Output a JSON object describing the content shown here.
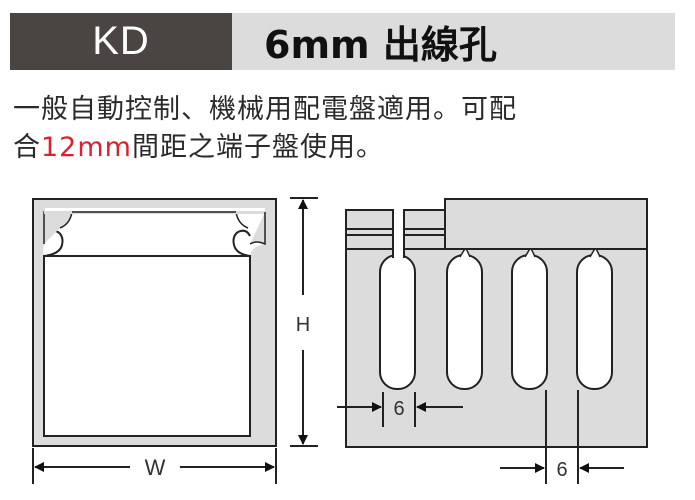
{
  "header": {
    "code": "KD",
    "title": "6mm 出線孔",
    "code_bg": "#4a4543",
    "title_bg": "#dcdcdc"
  },
  "description": {
    "line1": "一般自動控制、機械用配電盤適用。可配",
    "line2_prefix": "合",
    "line2_highlight": "12mm",
    "line2_suffix": "間距之端子盤使用。",
    "highlight_color": "#d8232f"
  },
  "diagram_cross_section": {
    "height_label": "H",
    "width_label": "W"
  },
  "diagram_side_view": {
    "slot_width_label": "6",
    "finger_width_label": "6",
    "slot_count": 4
  }
}
